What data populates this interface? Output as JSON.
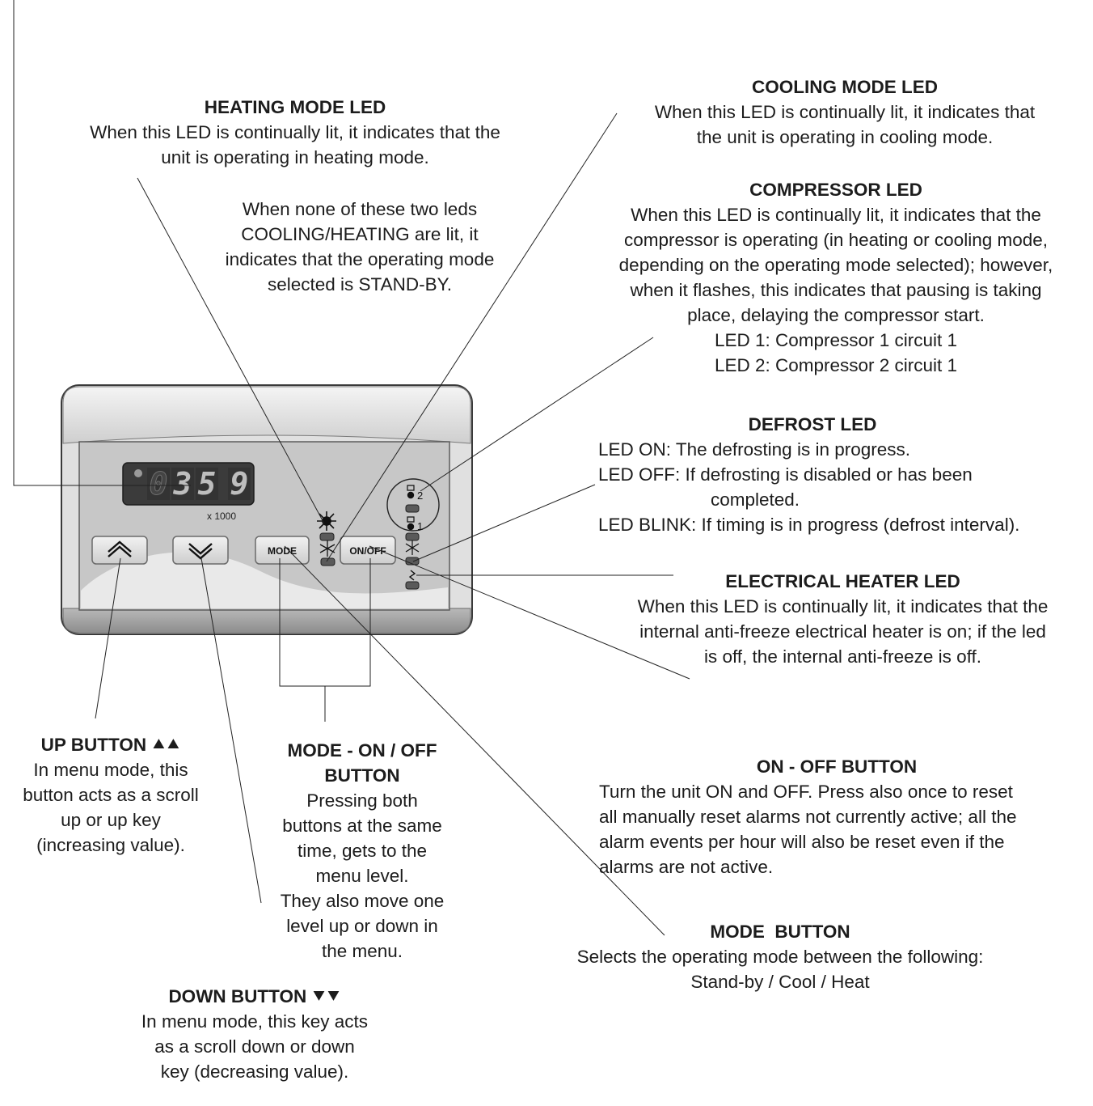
{
  "panel": {
    "display_digits": "0359",
    "multiplier": "x 1000",
    "keys": {
      "mode": "MODE",
      "onoff": "ON/OFF"
    },
    "compressor_led_numbers": [
      "2",
      "1"
    ],
    "icons": [
      "up-double-chevron-icon",
      "down-double-chevron-icon",
      "sun-icon",
      "snowflake-icon",
      "compressor-icon",
      "heater-icon"
    ]
  },
  "notes": {
    "heating": {
      "title": "HEATING MODE LED",
      "body": [
        "When this LED is continually lit, it indicates that the",
        "unit is operating in heating mode."
      ]
    },
    "standby": {
      "body": [
        "When none of these two leds",
        "COOLING/HEATING are lit, it",
        "indicates that the operating mode",
        "selected is STAND-BY."
      ]
    },
    "cooling": {
      "title": "COOLING MODE LED",
      "body": [
        "When this LED is continually lit, it indicates that",
        "the unit is operating in cooling mode."
      ]
    },
    "compressor": {
      "title": "COMPRESSOR LED",
      "body": [
        "When this LED is continually lit, it indicates that the",
        "compressor is operating (in heating or cooling mode,",
        "depending on the operating mode selected); however,",
        "when it flashes, this indicates that pausing is taking",
        "place, delaying the compressor start.",
        "LED 1: Compressor 1 circuit 1",
        "LED 2: Compressor 2 circuit 1"
      ]
    },
    "defrost": {
      "title": "DEFROST LED",
      "lines": [
        "LED ON: The defrosting is in progress.",
        "LED OFF: If defrosting is disabled or has been",
        "completed.",
        "LED BLINK: If timing is in progress (defrost interval)."
      ]
    },
    "heater": {
      "title": "ELECTRICAL HEATER LED",
      "body": [
        "When this LED is continually lit, it indicates that the",
        "internal anti-freeze electrical heater is on; if the led",
        "is off, the internal anti-freeze is off."
      ]
    },
    "up": {
      "title": "UP BUTTON",
      "body": [
        "In menu mode, this",
        "button acts as a scroll",
        "up or up key",
        "(increasing value)."
      ]
    },
    "mode_onoff": {
      "title": [
        "MODE - ON / OFF",
        "BUTTON"
      ],
      "body": [
        "Pressing both",
        "buttons at the same",
        "time, gets to the",
        "menu level.",
        "They also move one",
        "level up or down in",
        "the menu."
      ]
    },
    "onoff": {
      "title": "ON - OFF BUTTON",
      "body": [
        "Turn the unit ON and OFF. Press also once to reset",
        "all manually reset alarms not currently active; all the",
        "alarm events per hour will also be reset even if the",
        "alarms are not active."
      ]
    },
    "mode": {
      "title": "MODE  BUTTON",
      "body": [
        "Selects the operating mode between the following:",
        "Stand-by / Cool / Heat"
      ]
    },
    "down": {
      "title": "DOWN BUTTON",
      "body": [
        "In menu mode, this key acts",
        "as a scroll down or down",
        "key (decreasing value)."
      ]
    }
  }
}
